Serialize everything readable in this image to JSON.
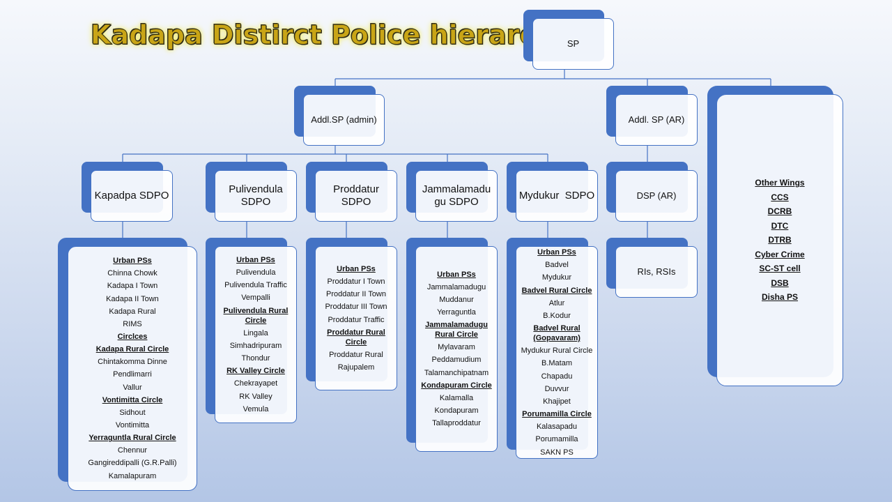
{
  "title": "Kadapa Distirct Police hierarchy",
  "sp": "SP",
  "addl_sp_admin": "Addl.SP (admin)",
  "addl_sp_ar": "Addl. SP (AR)",
  "dsp_ar": "DSP (AR)",
  "ris": "RIs, RSIs",
  "sdpos": [
    "Kapadpa SDPO",
    "Pulivendula SDPO",
    "Proddatur SDPO",
    "Jammalamadugu SDPO",
    "Mydukur  SDPO"
  ],
  "other_wings": [
    "Other Wings",
    "CCS",
    "DCRB",
    "DTC",
    "DTRB",
    "Cyber Crime",
    "SC-ST cell",
    "DSB",
    "Disha  PS"
  ],
  "kadapa_list": [
    {
      "t": "Urban PSs",
      "h": true
    },
    {
      "t": "Chinna Chowk"
    },
    {
      "t": "Kadapa I Town"
    },
    {
      "t": "Kadapa II Town"
    },
    {
      "t": "Kadapa Rural"
    },
    {
      "t": "RIMS"
    },
    {
      "t": "Circlces",
      "h": true
    },
    {
      "t": "Kadapa Rural Circle",
      "h": true
    },
    {
      "t": "Chintakomma Dinne"
    },
    {
      "t": "Pendlimarri"
    },
    {
      "t": "Vallur"
    },
    {
      "t": "Vontimitta  Circle",
      "h": true
    },
    {
      "t": "Sidhout"
    },
    {
      "t": "Vontimitta"
    },
    {
      "t": "Yerraguntla  Rural Circle",
      "h": true
    },
    {
      "t": "Chennur"
    },
    {
      "t": "Gangireddipalli (G.R.Palli)"
    },
    {
      "t": "Kamalapuram"
    }
  ],
  "pulivendula_list": [
    {
      "t": "Urban PSs",
      "h": true
    },
    {
      "t": "Pulivendula"
    },
    {
      "t": "Pulivendula Traffic"
    },
    {
      "t": "Vempalli"
    },
    {
      "t": "Pulivendula  Rural Circle",
      "h": true
    },
    {
      "t": "Lingala"
    },
    {
      "t": "Simhadripuram"
    },
    {
      "t": "Thondur"
    },
    {
      "t": "RK Valley Circle",
      "h": true
    },
    {
      "t": "Chekrayapet"
    },
    {
      "t": "RK Valley"
    },
    {
      "t": "Vemula"
    }
  ],
  "proddatur_list": [
    {
      "t": "Urban PSs",
      "h": true
    },
    {
      "t": "Proddatur I Town"
    },
    {
      "t": "Proddatur II Town"
    },
    {
      "t": "Proddatur III Town"
    },
    {
      "t": "Proddatur Traffic"
    },
    {
      "t": "Proddatur  Rural Circle",
      "h": true
    },
    {
      "t": "Proddatur Rural"
    },
    {
      "t": "Rajupalem"
    }
  ],
  "jammalamadugu_list": [
    {
      "t": "Urban PSs",
      "h": true
    },
    {
      "t": "Jammalamadugu"
    },
    {
      "t": "Muddanur"
    },
    {
      "t": "Yerraguntla"
    },
    {
      "t": "Jammalamadugu Rural Circle",
      "h": true
    },
    {
      "t": "Mylavaram"
    },
    {
      "t": "Peddamudium"
    },
    {
      "t": "Talamanchipatnam"
    },
    {
      "t": "Kondapuram Circle",
      "h": true
    },
    {
      "t": "Kalamalla"
    },
    {
      "t": "Kondapuram"
    },
    {
      "t": "Tallaproddatur"
    }
  ],
  "mydukur_list": [
    {
      "t": "Urban PSs",
      "h": true
    },
    {
      "t": "Badvel"
    },
    {
      "t": "Mydukur"
    },
    {
      "t": "Badvel Rural Circle",
      "h": true
    },
    {
      "t": "Atlur"
    },
    {
      "t": "B.Kodur"
    },
    {
      "t": "Badvel Rural (Gopavaram)",
      "h": true
    },
    {
      "t": "Mydukur Rural Circle"
    },
    {
      "t": "B.Matam"
    },
    {
      "t": "Chapadu"
    },
    {
      "t": "Duvvur"
    },
    {
      "t": "Khajipet"
    },
    {
      "t": "Porumamilla Circle",
      "h": true
    },
    {
      "t": "Kalasapadu"
    },
    {
      "t": "Porumamilla"
    },
    {
      "t": "SAKN PS"
    }
  ],
  "colors": {
    "accent": "#4472c4",
    "title_fill": "#c9a516",
    "title_glow": "#f3ec6a"
  }
}
